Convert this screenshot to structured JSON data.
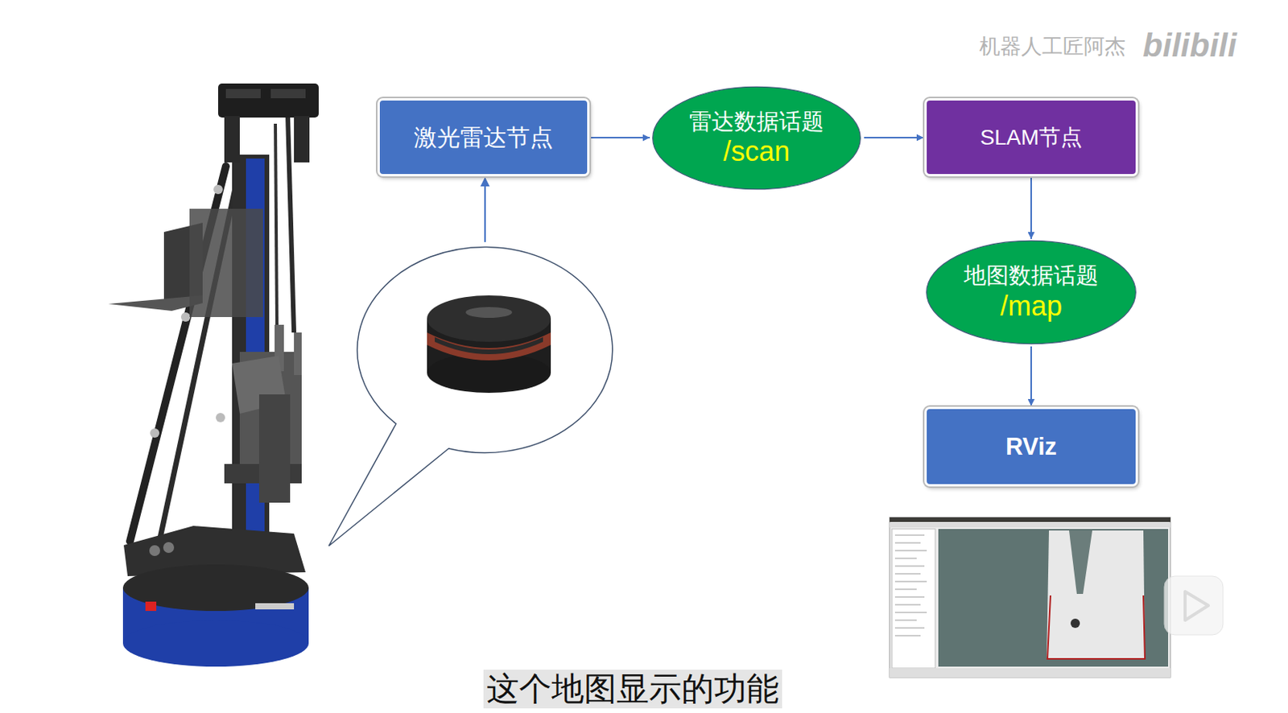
{
  "diagram": {
    "nodes": [
      {
        "text": [
          "激光雷达节点"
        ]
      },
      {
        "text": [
          "雷达数据话题",
          "/scan"
        ]
      },
      {
        "text": [
          "SLAM节点"
        ]
      },
      {
        "text": [
          "地图数据话题",
          "/map"
        ]
      },
      {
        "text": [
          "RViz"
        ]
      }
    ],
    "edges": [
      {
        "from": 0,
        "to": 1,
        "arrow": "to"
      },
      {
        "from": 1,
        "to": 2,
        "arrow": "to"
      },
      {
        "from": 2,
        "to": 3,
        "arrow": "to"
      },
      {
        "from": 3,
        "to": 4,
        "arrow": "to"
      }
    ],
    "labels": [
      "这个地图显示的功能",
      "机器人工匠阿杰",
      "bilibili"
    ]
  }
}
